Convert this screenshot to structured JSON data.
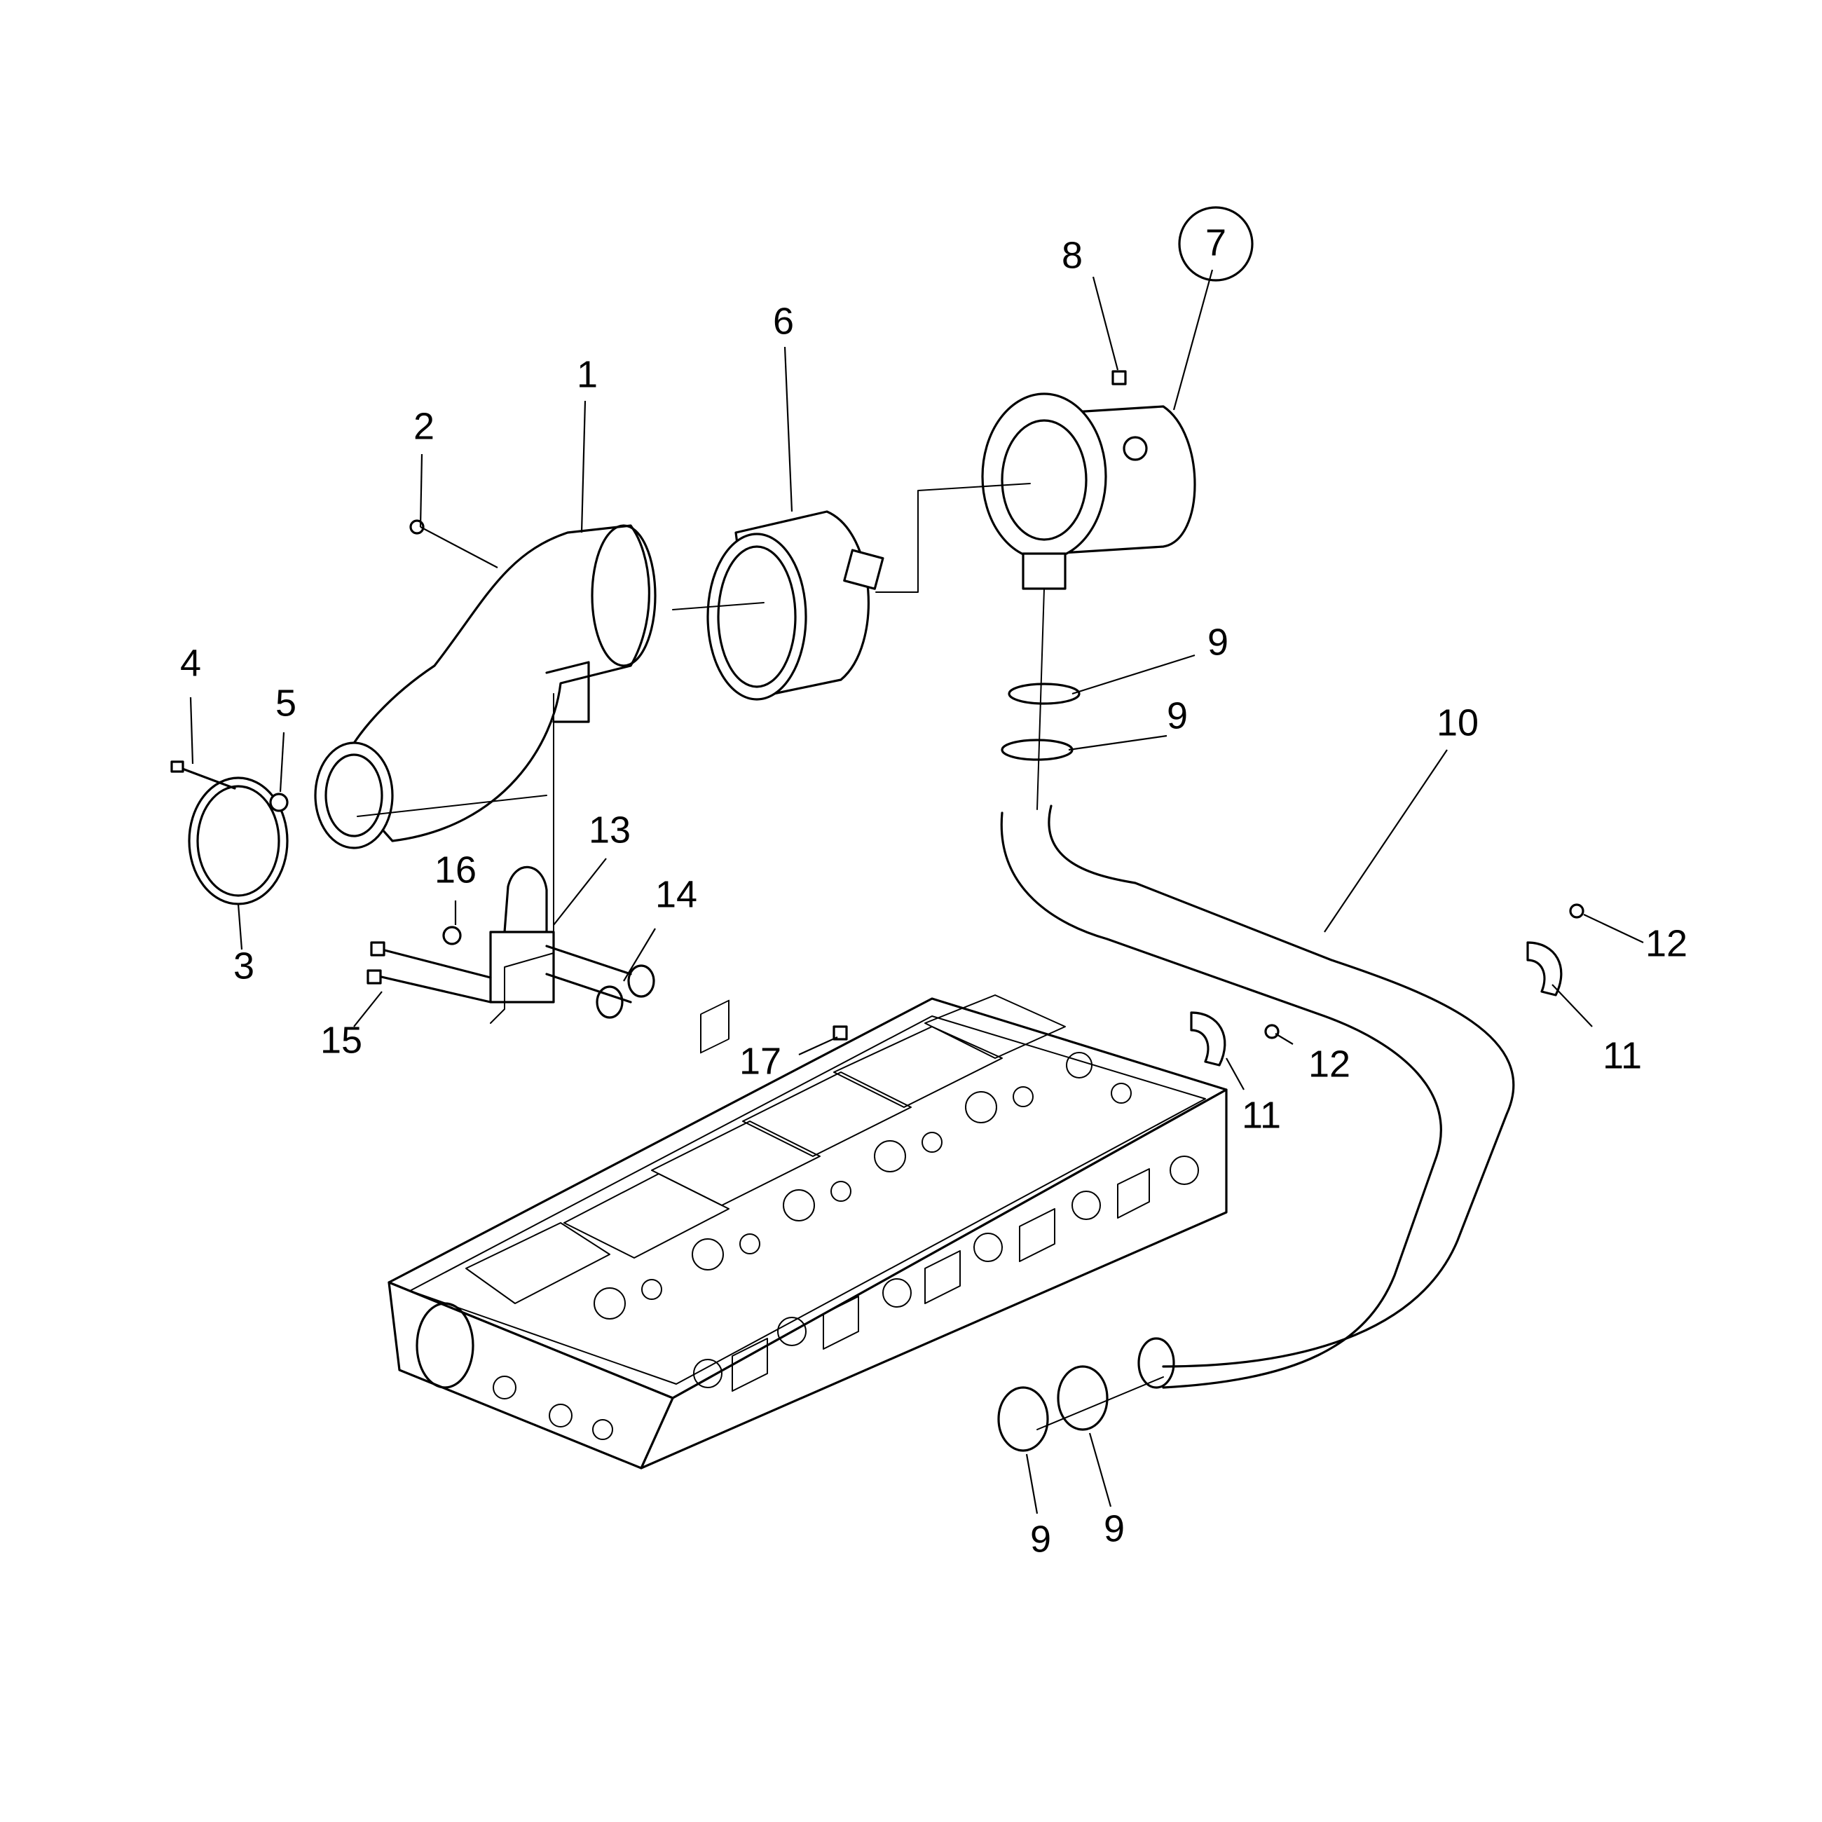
{
  "labels": {
    "p1": "1",
    "p2": "2",
    "p3": "3",
    "p4": "4",
    "p5": "5",
    "p6": "6",
    "p7": "7",
    "p8": "8",
    "p9a": "9",
    "p9b": "9",
    "p9c": "9",
    "p9d": "9",
    "p10": "10",
    "p11a": "11",
    "p11b": "11",
    "p12a": "12",
    "p12b": "12",
    "p13": "13",
    "p14": "14",
    "p15": "15",
    "p16": "16",
    "p17": "17"
  }
}
